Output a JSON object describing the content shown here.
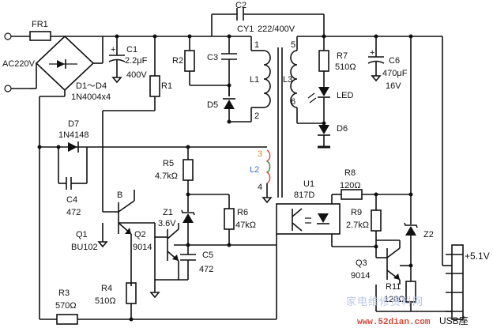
{
  "input": {
    "fuse": "FR1",
    "voltage": "AC220V",
    "bridge": "D1～D4",
    "bridge_part": "1N4004x4"
  },
  "caps": {
    "c1": {
      "name": "C1",
      "value": "2.2μF",
      "voltage": "400V"
    },
    "c2": {
      "name": "C2",
      "value": "222/400V",
      "extra": "CY1"
    },
    "c3": {
      "name": "C3"
    },
    "c4": {
      "name": "C4",
      "value": "472"
    },
    "c5": {
      "name": "C5",
      "value": "472"
    },
    "c6": {
      "name": "C6",
      "value": "470μF",
      "voltage": "16V"
    }
  },
  "resistors": {
    "r1": {
      "name": "R1"
    },
    "r2": {
      "name": "R2"
    },
    "r3": {
      "name": "R3",
      "value": "570Ω"
    },
    "r4": {
      "name": "R4",
      "value": "510Ω"
    },
    "r5": {
      "name": "R5",
      "value": "4.7kΩ"
    },
    "r6": {
      "name": "R6",
      "value": "47kΩ"
    },
    "r7": {
      "name": "R7",
      "value": "510Ω"
    },
    "r8": {
      "name": "R8",
      "value": "120Ω"
    },
    "r9": {
      "name": "R9",
      "value": "2.7kΩ"
    },
    "r11": {
      "name": "R11",
      "value": "120Ω"
    }
  },
  "diodes": {
    "d5": "D5",
    "d6": "D6",
    "d7": "D7",
    "d7_part": "1N4148",
    "led": "LED",
    "z1": "Z1",
    "z1_value": "3.6V",
    "z2": "Z2"
  },
  "transformer": {
    "l1": "L1",
    "l2": "L2",
    "l3": "L3",
    "pins": [
      "1",
      "2",
      "3",
      "4",
      "5",
      "6"
    ]
  },
  "transistors": {
    "q1": "Q1",
    "q1_part": "BU102",
    "q1_base": "B",
    "q2": "Q2",
    "q2_part": "9014",
    "q3": "Q3",
    "q3_part": "9014"
  },
  "opto": {
    "name": "U1",
    "part": "817D"
  },
  "output": {
    "voltage": "+5.1V",
    "connector": "USB座"
  },
  "watermark": {
    "text": "家电维修资料网",
    "url": "www.52dian.com"
  }
}
